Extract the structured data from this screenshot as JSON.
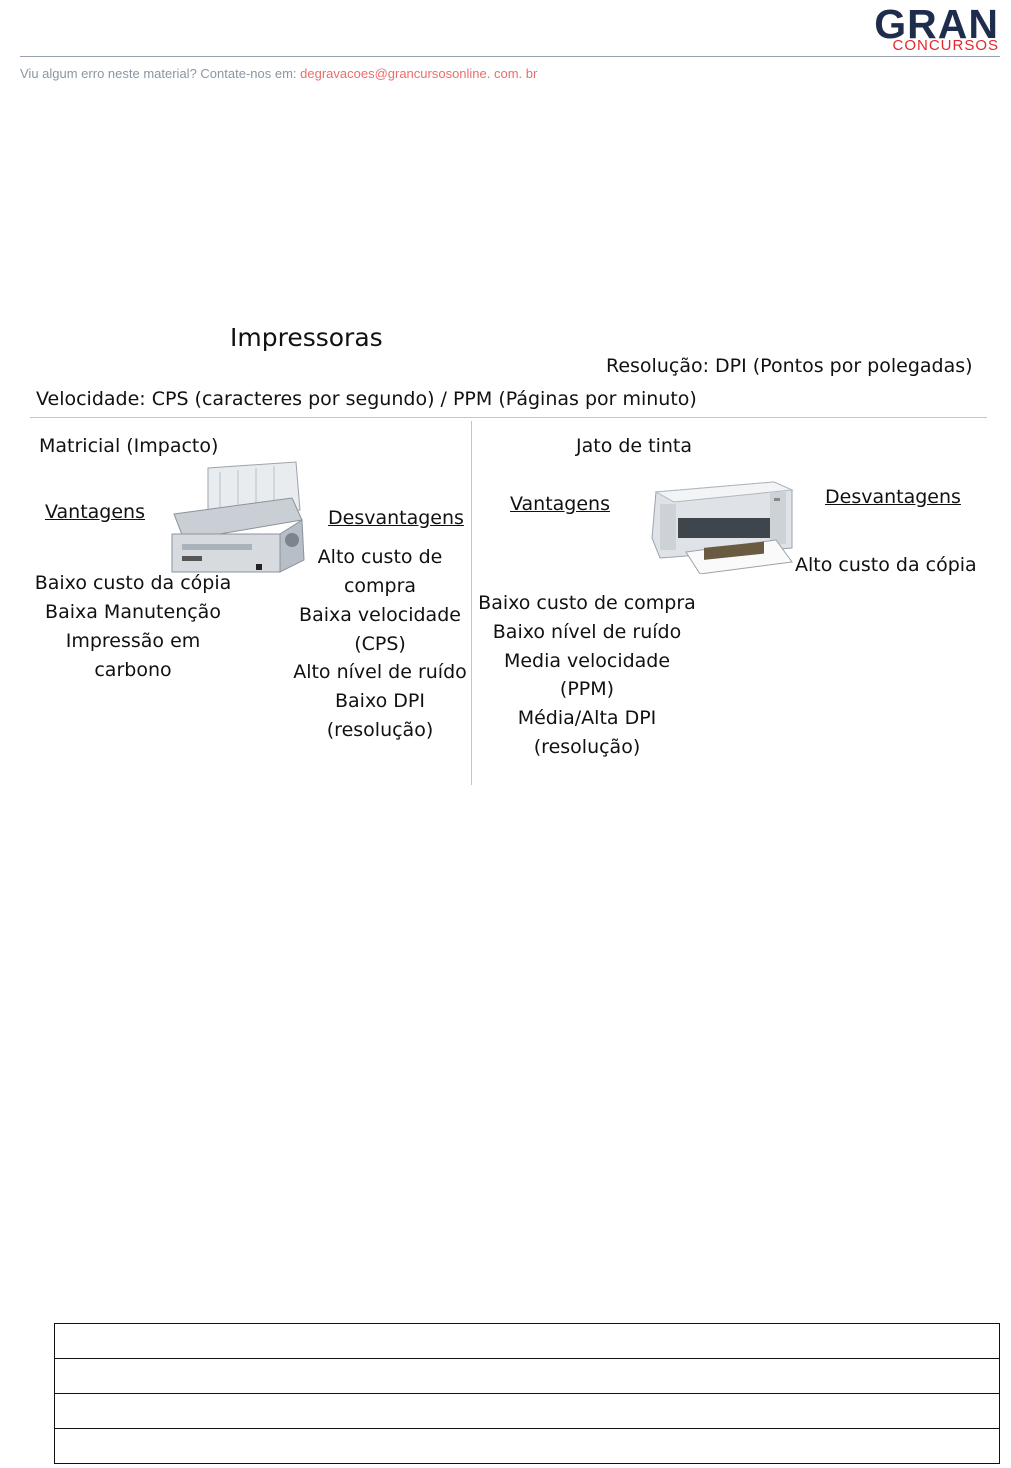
{
  "header": {
    "logo_main": "GRAN",
    "logo_sub": "CONCURSOS",
    "contact_text": "Viu algum erro neste material? Contate-nos em: ",
    "contact_email": "degravacoes@grancursosonline. com. br"
  },
  "slide": {
    "title": "Impressoras",
    "resolution": "Resolução: DPI (Pontos por polegadas)",
    "speed": "Velocidade: CPS (caracteres por segundo) / PPM (Páginas por minuto)",
    "matricial": {
      "heading": "Matricial (Impacto)",
      "advantages_label": "Vantagens",
      "disadvantages_label": "Desvantagens",
      "advantages": [
        "Baixo custo da cópia",
        "Baixa Manutenção",
        "Impressão em",
        "carbono"
      ],
      "disadvantages": [
        "Alto custo de",
        "compra",
        "Baixa velocidade",
        "(CPS)",
        "Alto nível de ruído",
        "Baixo DPI",
        "(resolução)"
      ]
    },
    "inkjet": {
      "heading": "Jato de tinta",
      "advantages_label": "Vantagens",
      "disadvantages_label": "Desvantagens",
      "advantages": [
        "Baixo custo de compra",
        "Baixo nível de ruído",
        "Media velocidade",
        "(PPM)",
        "Média/Alta DPI",
        "(resolução)"
      ],
      "disadvantages": [
        "Alto custo da cópia"
      ]
    }
  },
  "icons": {
    "dot_matrix": "dot-matrix-printer",
    "inkjet": "inkjet-printer"
  }
}
